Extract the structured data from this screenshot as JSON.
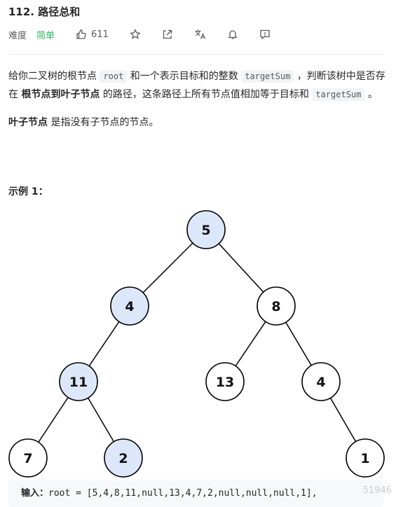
{
  "problem": {
    "title": "112. 路径总和",
    "difficulty_label": "难度",
    "difficulty": "简单",
    "likes": "611"
  },
  "description": {
    "p1_a": "给你二叉树的根节点 ",
    "p1_code1": "root",
    "p1_b": " 和一个表示目标和的整数 ",
    "p1_code2": "targetSum",
    "p1_c": " ，判断该树中是否存在 ",
    "p1_bold": "根节点到叶子节点",
    "p1_d": " 的路径，这条路径上所有节点值相加等于目标和 ",
    "p1_code3": "targetSum",
    "p1_e": " 。",
    "p2_bold": "叶子节点",
    "p2_rest": " 是指没有子节点的节点。"
  },
  "example": {
    "title": "示例 1：",
    "input_label": "输入：",
    "input_value": "root = [5,4,8,11,null,13,4,7,2,null,null,null,1],"
  },
  "tree": {
    "highlight_color": "#dce8fa",
    "node_stroke": "#000000",
    "nodes": [
      {
        "id": "n5",
        "value": "5",
        "highlighted": true
      },
      {
        "id": "n4a",
        "value": "4",
        "highlighted": true
      },
      {
        "id": "n8",
        "value": "8",
        "highlighted": false
      },
      {
        "id": "n11",
        "value": "11",
        "highlighted": true
      },
      {
        "id": "n13",
        "value": "13",
        "highlighted": false
      },
      {
        "id": "n4b",
        "value": "4",
        "highlighted": false
      },
      {
        "id": "n7",
        "value": "7",
        "highlighted": false
      },
      {
        "id": "n2",
        "value": "2",
        "highlighted": true
      },
      {
        "id": "n1",
        "value": "1",
        "highlighted": false
      }
    ],
    "edges": [
      [
        "n5",
        "n4a"
      ],
      [
        "n5",
        "n8"
      ],
      [
        "n4a",
        "n11"
      ],
      [
        "n8",
        "n13"
      ],
      [
        "n8",
        "n4b"
      ],
      [
        "n11",
        "n7"
      ],
      [
        "n11",
        "n2"
      ],
      [
        "n4b",
        "n1"
      ]
    ]
  },
  "watermark": "51946",
  "colors": {
    "easy": "#2db55d"
  }
}
